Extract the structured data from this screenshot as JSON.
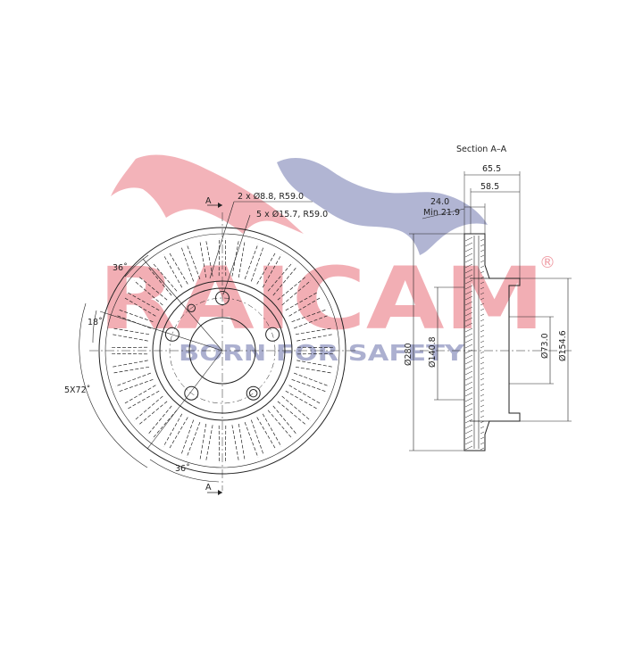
{
  "section_title": "Section A–A",
  "section_marker": "A",
  "hole_notes": [
    "2 x Ø8.8, R59.0",
    "5 x Ø15.7, R59.0"
  ],
  "angle_labels": {
    "top": "36˚",
    "left": "18˚",
    "pattern": "5X72˚",
    "bottom": "36˚"
  },
  "dimensions": {
    "d280": "Ø280",
    "d140_8": "Ø140.8",
    "d73_0": "Ø73.0",
    "d154_6": "Ø154.6",
    "w65_5": "65.5",
    "w58_5": "58.5",
    "w24_0": "24.0",
    "min21_9": "Min 21.9"
  },
  "watermark": {
    "brand": "RAICAM",
    "registered": "®",
    "tagline": "BORN FOR SAFETY"
  },
  "colors": {
    "line": "#222222",
    "wm_red": "#f0a0a8",
    "wm_blue": "#9ea3c8"
  }
}
